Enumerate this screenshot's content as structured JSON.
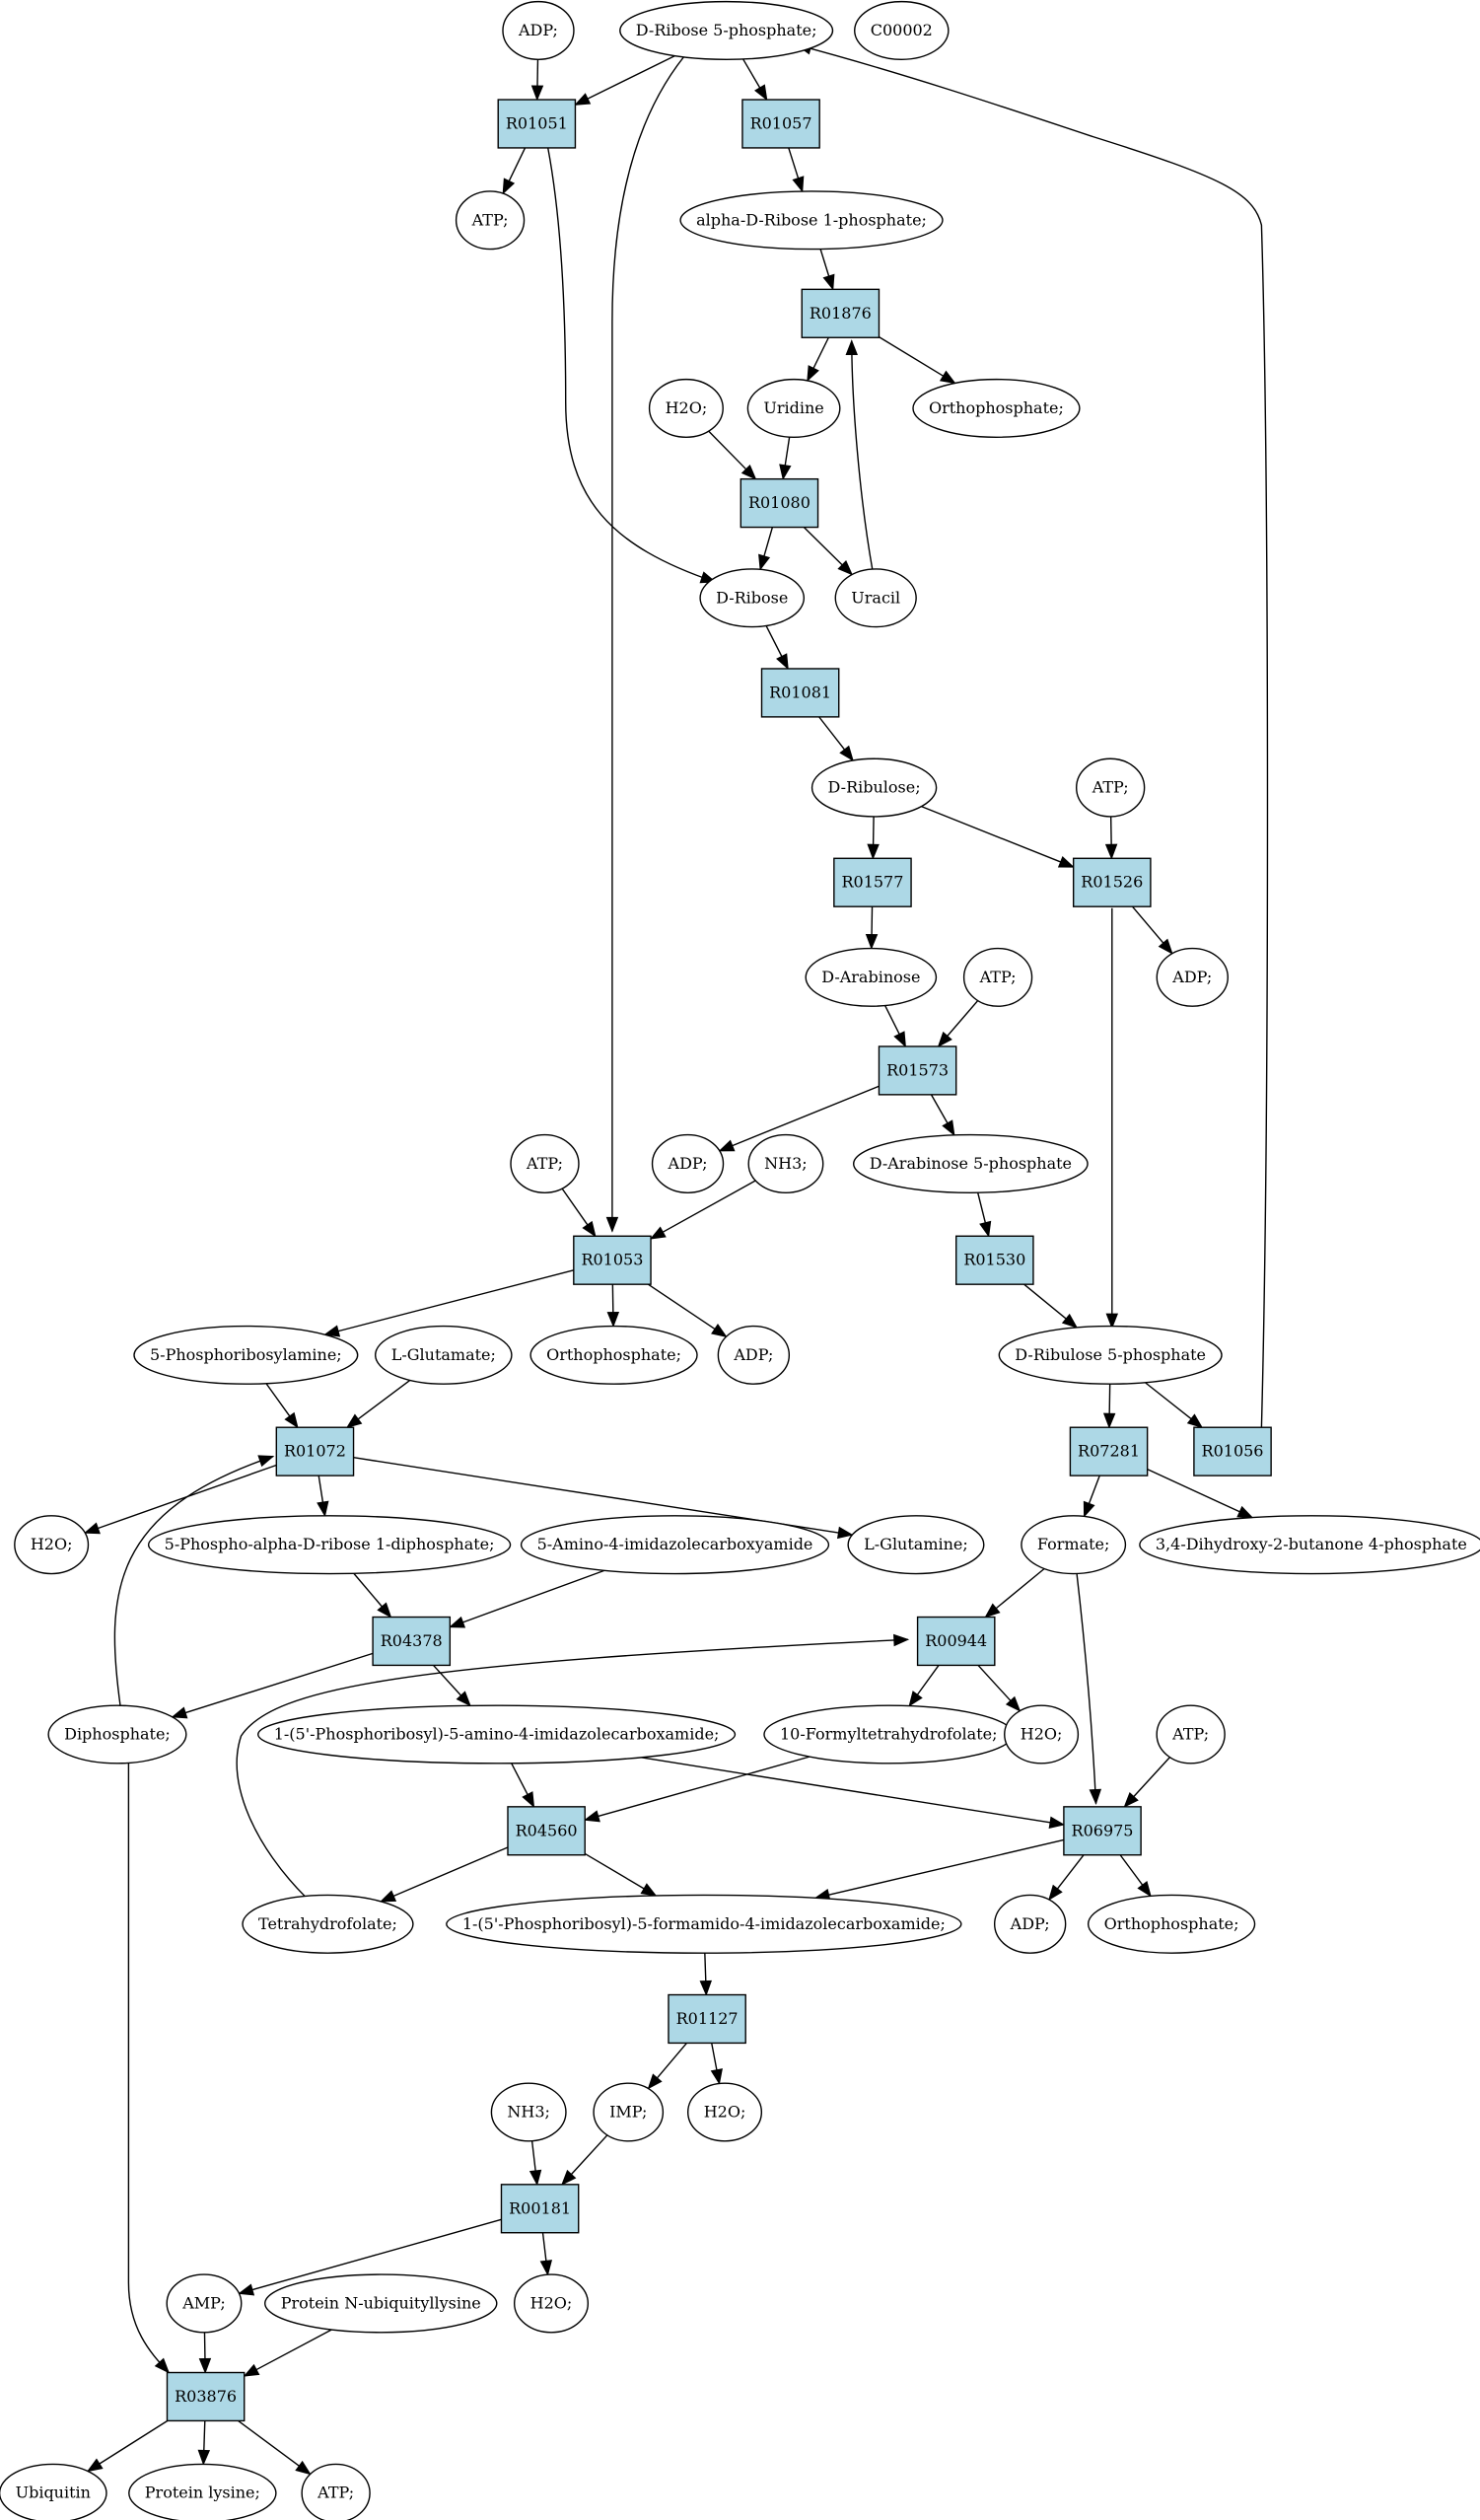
{
  "colors": {
    "reaction_fill": "#add8e6",
    "compound_fill": "#ffffff",
    "start_fill": "#00ff00",
    "query_fill": "#ffff00",
    "stroke": "#000000"
  },
  "nodes": [
    {
      "id": "adp1",
      "label": "ADP;",
      "kind": "compound"
    },
    {
      "id": "r5p",
      "label": "D-Ribose 5-phosphate;",
      "kind": "compound",
      "highlight": "start"
    },
    {
      "id": "c00002",
      "label": "C00002",
      "kind": "compound",
      "highlight": "query"
    },
    {
      "id": "R01051",
      "label": "R01051",
      "kind": "reaction"
    },
    {
      "id": "R01057",
      "label": "R01057",
      "kind": "reaction"
    },
    {
      "id": "atp1",
      "label": "ATP;",
      "kind": "compound"
    },
    {
      "id": "ar1p",
      "label": "alpha-D-Ribose 1-phosphate;",
      "kind": "compound"
    },
    {
      "id": "R01876",
      "label": "R01876",
      "kind": "reaction"
    },
    {
      "id": "h2o1",
      "label": "H2O;",
      "kind": "compound"
    },
    {
      "id": "uridine",
      "label": "Uridine",
      "kind": "compound"
    },
    {
      "id": "ortho1",
      "label": "Orthophosphate;",
      "kind": "compound"
    },
    {
      "id": "R01080",
      "label": "R01080",
      "kind": "reaction"
    },
    {
      "id": "dribose",
      "label": "D-Ribose",
      "kind": "compound"
    },
    {
      "id": "uracil",
      "label": "Uracil",
      "kind": "compound"
    },
    {
      "id": "R01081",
      "label": "R01081",
      "kind": "reaction"
    },
    {
      "id": "dribulose",
      "label": "D-Ribulose;",
      "kind": "compound"
    },
    {
      "id": "atp2",
      "label": "ATP;",
      "kind": "compound"
    },
    {
      "id": "R01577",
      "label": "R01577",
      "kind": "reaction"
    },
    {
      "id": "R01526",
      "label": "R01526",
      "kind": "reaction"
    },
    {
      "id": "darab",
      "label": "D-Arabinose",
      "kind": "compound"
    },
    {
      "id": "atp3",
      "label": "ATP;",
      "kind": "compound"
    },
    {
      "id": "adp2",
      "label": "ADP;",
      "kind": "compound"
    },
    {
      "id": "R01573",
      "label": "R01573",
      "kind": "reaction"
    },
    {
      "id": "atp4",
      "label": "ATP;",
      "kind": "compound"
    },
    {
      "id": "adp3",
      "label": "ADP;",
      "kind": "compound"
    },
    {
      "id": "nh3a",
      "label": "NH3;",
      "kind": "compound"
    },
    {
      "id": "da5p",
      "label": "D-Arabinose 5-phosphate",
      "kind": "compound"
    },
    {
      "id": "R01053",
      "label": "R01053",
      "kind": "reaction"
    },
    {
      "id": "R01530",
      "label": "R01530",
      "kind": "reaction"
    },
    {
      "id": "prpa",
      "label": "5-Phosphoribosylamine;",
      "kind": "compound"
    },
    {
      "id": "lglu",
      "label": "L-Glutamate;",
      "kind": "compound"
    },
    {
      "id": "ortho2",
      "label": "Orthophosphate;",
      "kind": "compound"
    },
    {
      "id": "adp4",
      "label": "ADP;",
      "kind": "compound"
    },
    {
      "id": "dru5p",
      "label": "D-Ribulose 5-phosphate",
      "kind": "compound"
    },
    {
      "id": "R01072",
      "label": "R01072",
      "kind": "reaction"
    },
    {
      "id": "R07281",
      "label": "R07281",
      "kind": "reaction"
    },
    {
      "id": "R01056",
      "label": "R01056",
      "kind": "reaction"
    },
    {
      "id": "h2o2",
      "label": "H2O;",
      "kind": "compound"
    },
    {
      "id": "prpp",
      "label": "5-Phospho-alpha-D-ribose 1-diphosphate;",
      "kind": "compound"
    },
    {
      "id": "aica",
      "label": "5-Amino-4-imidazolecarboxyamide",
      "kind": "compound"
    },
    {
      "id": "lgln",
      "label": "L-Glutamine;",
      "kind": "compound"
    },
    {
      "id": "formate",
      "label": "Formate;",
      "kind": "compound"
    },
    {
      "id": "dhbp",
      "label": "3,4-Dihydroxy-2-butanone 4-phosphate",
      "kind": "compound"
    },
    {
      "id": "R04378",
      "label": "R04378",
      "kind": "reaction"
    },
    {
      "id": "R00944",
      "label": "R00944",
      "kind": "reaction"
    },
    {
      "id": "dipho",
      "label": "Diphosphate;",
      "kind": "compound"
    },
    {
      "id": "aicar",
      "label": "1-(5'-Phosphoribosyl)-5-amino-4-imidazolecarboxamide;",
      "kind": "compound"
    },
    {
      "id": "fthf",
      "label": "10-Formyltetrahydrofolate;",
      "kind": "compound"
    },
    {
      "id": "h2o3",
      "label": "H2O;",
      "kind": "compound"
    },
    {
      "id": "atp5",
      "label": "ATP;",
      "kind": "compound"
    },
    {
      "id": "R04560",
      "label": "R04560",
      "kind": "reaction"
    },
    {
      "id": "R06975",
      "label": "R06975",
      "kind": "reaction"
    },
    {
      "id": "thf",
      "label": "Tetrahydrofolate;",
      "kind": "compound"
    },
    {
      "id": "faicar",
      "label": "1-(5'-Phosphoribosyl)-5-formamido-4-imidazolecarboxamide;",
      "kind": "compound"
    },
    {
      "id": "adp5",
      "label": "ADP;",
      "kind": "compound"
    },
    {
      "id": "ortho3",
      "label": "Orthophosphate;",
      "kind": "compound"
    },
    {
      "id": "R01127",
      "label": "R01127",
      "kind": "reaction"
    },
    {
      "id": "nh3b",
      "label": "NH3;",
      "kind": "compound"
    },
    {
      "id": "imp",
      "label": "IMP;",
      "kind": "compound"
    },
    {
      "id": "h2o4",
      "label": "H2O;",
      "kind": "compound"
    },
    {
      "id": "R00181",
      "label": "R00181",
      "kind": "reaction"
    },
    {
      "id": "amp",
      "label": "AMP;",
      "kind": "compound"
    },
    {
      "id": "pnul",
      "label": "Protein N-ubiquityllysine",
      "kind": "compound"
    },
    {
      "id": "h2o5",
      "label": "H2O;",
      "kind": "compound"
    },
    {
      "id": "R03876",
      "label": "R03876",
      "kind": "reaction"
    },
    {
      "id": "ubiquitin",
      "label": "Ubiquitin",
      "kind": "compound"
    },
    {
      "id": "plys",
      "label": "Protein lysine;",
      "kind": "compound"
    },
    {
      "id": "atp6",
      "label": "ATP;",
      "kind": "compound"
    }
  ],
  "edges": [
    [
      "adp1",
      "R01051"
    ],
    [
      "r5p",
      "R01051"
    ],
    [
      "r5p",
      "R01057"
    ],
    [
      "r5p",
      "R01053"
    ],
    [
      "R01051",
      "atp1"
    ],
    [
      "R01051",
      "dribose"
    ],
    [
      "R01057",
      "ar1p"
    ],
    [
      "ar1p",
      "R01876"
    ],
    [
      "R01876",
      "uridine"
    ],
    [
      "R01876",
      "ortho1"
    ],
    [
      "h2o1",
      "R01080"
    ],
    [
      "uridine",
      "R01080"
    ],
    [
      "R01080",
      "dribose"
    ],
    [
      "R01080",
      "uracil"
    ],
    [
      "uracil",
      "R01876"
    ],
    [
      "dribose",
      "R01081"
    ],
    [
      "R01081",
      "dribulose"
    ],
    [
      "dribulose",
      "R01577"
    ],
    [
      "dribulose",
      "R01526"
    ],
    [
      "atp2",
      "R01526"
    ],
    [
      "R01526",
      "adp2"
    ],
    [
      "R01526",
      "dru5p"
    ],
    [
      "R01577",
      "darab"
    ],
    [
      "darab",
      "R01573"
    ],
    [
      "atp3",
      "R01573"
    ],
    [
      "R01573",
      "adp3"
    ],
    [
      "R01573",
      "da5p"
    ],
    [
      "da5p",
      "R01530"
    ],
    [
      "R01530",
      "dru5p"
    ],
    [
      "atp4",
      "R01053"
    ],
    [
      "nh3a",
      "R01053"
    ],
    [
      "R01053",
      "prpa"
    ],
    [
      "R01053",
      "ortho2"
    ],
    [
      "R01053",
      "adp4"
    ],
    [
      "prpa",
      "R01072"
    ],
    [
      "lglu",
      "R01072"
    ],
    [
      "R01072",
      "h2o2"
    ],
    [
      "R01072",
      "prpp"
    ],
    [
      "R01072",
      "lgln"
    ],
    [
      "dipho",
      "R01072"
    ],
    [
      "dipho",
      "R03876"
    ],
    [
      "dru5p",
      "R07281"
    ],
    [
      "dru5p",
      "R01056"
    ],
    [
      "R01056",
      "r5p"
    ],
    [
      "R07281",
      "formate"
    ],
    [
      "R07281",
      "dhbp"
    ],
    [
      "prpp",
      "R04378"
    ],
    [
      "aica",
      "R04378"
    ],
    [
      "R04378",
      "dipho"
    ],
    [
      "R04378",
      "aicar"
    ],
    [
      "formate",
      "R00944"
    ],
    [
      "formate",
      "R06975"
    ],
    [
      "thf",
      "R00944"
    ],
    [
      "R00944",
      "fthf"
    ],
    [
      "R00944",
      "h2o3"
    ],
    [
      "aicar",
      "R04560"
    ],
    [
      "aicar",
      "R06975"
    ],
    [
      "fthf",
      "R04560"
    ],
    [
      "atp5",
      "R06975"
    ],
    [
      "R04560",
      "thf"
    ],
    [
      "R04560",
      "faicar"
    ],
    [
      "R06975",
      "faicar"
    ],
    [
      "R06975",
      "adp5"
    ],
    [
      "R06975",
      "ortho3"
    ],
    [
      "faicar",
      "R01127"
    ],
    [
      "R01127",
      "imp"
    ],
    [
      "R01127",
      "h2o4"
    ],
    [
      "nh3b",
      "R00181"
    ],
    [
      "imp",
      "R00181"
    ],
    [
      "R00181",
      "amp"
    ],
    [
      "R00181",
      "h2o5"
    ],
    [
      "amp",
      "R03876"
    ],
    [
      "pnul",
      "R03876"
    ],
    [
      "R03876",
      "ubiquitin"
    ],
    [
      "R03876",
      "plys"
    ],
    [
      "R03876",
      "atp6"
    ]
  ]
}
